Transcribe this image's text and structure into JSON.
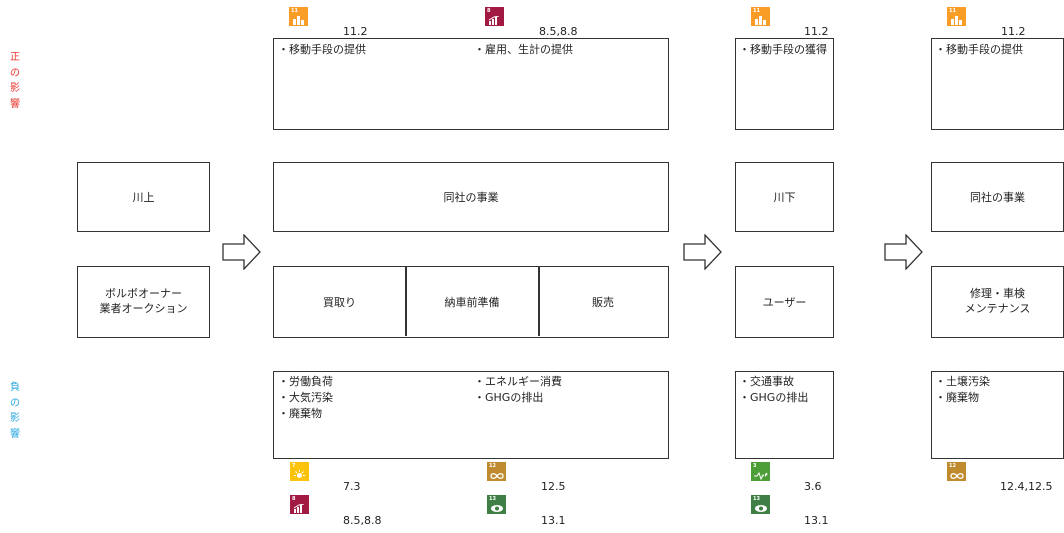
{
  "side_labels": {
    "positive": "正\nの\n影\n響",
    "negative": "負\nの\n影\n響",
    "positive_color": "#e8352c",
    "negative_color": "#29a8e0"
  },
  "stages": {
    "upstream": {
      "title": "川上",
      "actor": "ボルボオーナー\n業者オークション"
    },
    "company": {
      "title": "同社の事業",
      "steps": [
        "買取り",
        "納車前準備",
        "販売"
      ]
    },
    "downstream": {
      "title": "川下",
      "actor": "ユーザー"
    },
    "company_after": {
      "title": "同社の事業",
      "actor": "修理・車検\nメンテナンス"
    }
  },
  "positive_impacts": {
    "company_left": "・移動手段の提供",
    "company_right": "・雇用、生計の提供",
    "downstream": "・移動手段の獲得",
    "company_after": "・移動手段の提供"
  },
  "negative_impacts": {
    "company_left": "・労働負荷\n・大気汚染\n・廃棄物",
    "company_right": "・エネルギー消費\n・GHGの排出",
    "downstream": "・交通事故\n・GHGの排出",
    "company_after": "・土壌汚染\n・廃棄物"
  },
  "sdg_targets": {
    "top_company_1": "11.2",
    "top_company_2": "8.5,8.8",
    "top_downstream": "11.2",
    "top_company_after": "11.2",
    "bottom_company_1a": "7.3",
    "bottom_company_1b": "8.5,8.8",
    "bottom_company_2a": "12.5",
    "bottom_company_2b": "13.1",
    "bottom_downstream_a": "3.6",
    "bottom_downstream_b": "13.1",
    "bottom_company_after": "12.4,12.5"
  },
  "sdg_icons": {
    "goal11": {
      "number": "11",
      "color": "#f99d26",
      "icon": "city-icon"
    },
    "goal8": {
      "number": "8",
      "color": "#a21942",
      "icon": "growth-chart-icon"
    },
    "goal7": {
      "number": "7",
      "color": "#fcc30b",
      "icon": "sun-icon"
    },
    "goal12": {
      "number": "12",
      "color": "#bf8b2e",
      "icon": "infinity-icon"
    },
    "goal13": {
      "number": "13",
      "color": "#3f7e44",
      "icon": "eye-earth-icon"
    },
    "goal3": {
      "number": "3",
      "color": "#4c9f38",
      "icon": "heartbeat-icon"
    }
  }
}
